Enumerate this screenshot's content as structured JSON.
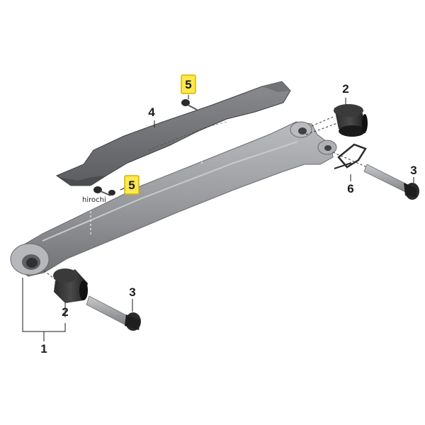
{
  "callouts": {
    "c1": "1",
    "c2_top": "2",
    "c2_bottom": "2",
    "c3_top": "3",
    "c3_bottom": "3",
    "c4": "4",
    "c5_top": "5",
    "c5_mid": "5",
    "c6": "6"
  },
  "watermark": "hirochi",
  "colors": {
    "part_dark": "#5b5d60",
    "part_light": "#a9abae",
    "highlight": "#ffe94d"
  },
  "highlighted_callout": "5"
}
